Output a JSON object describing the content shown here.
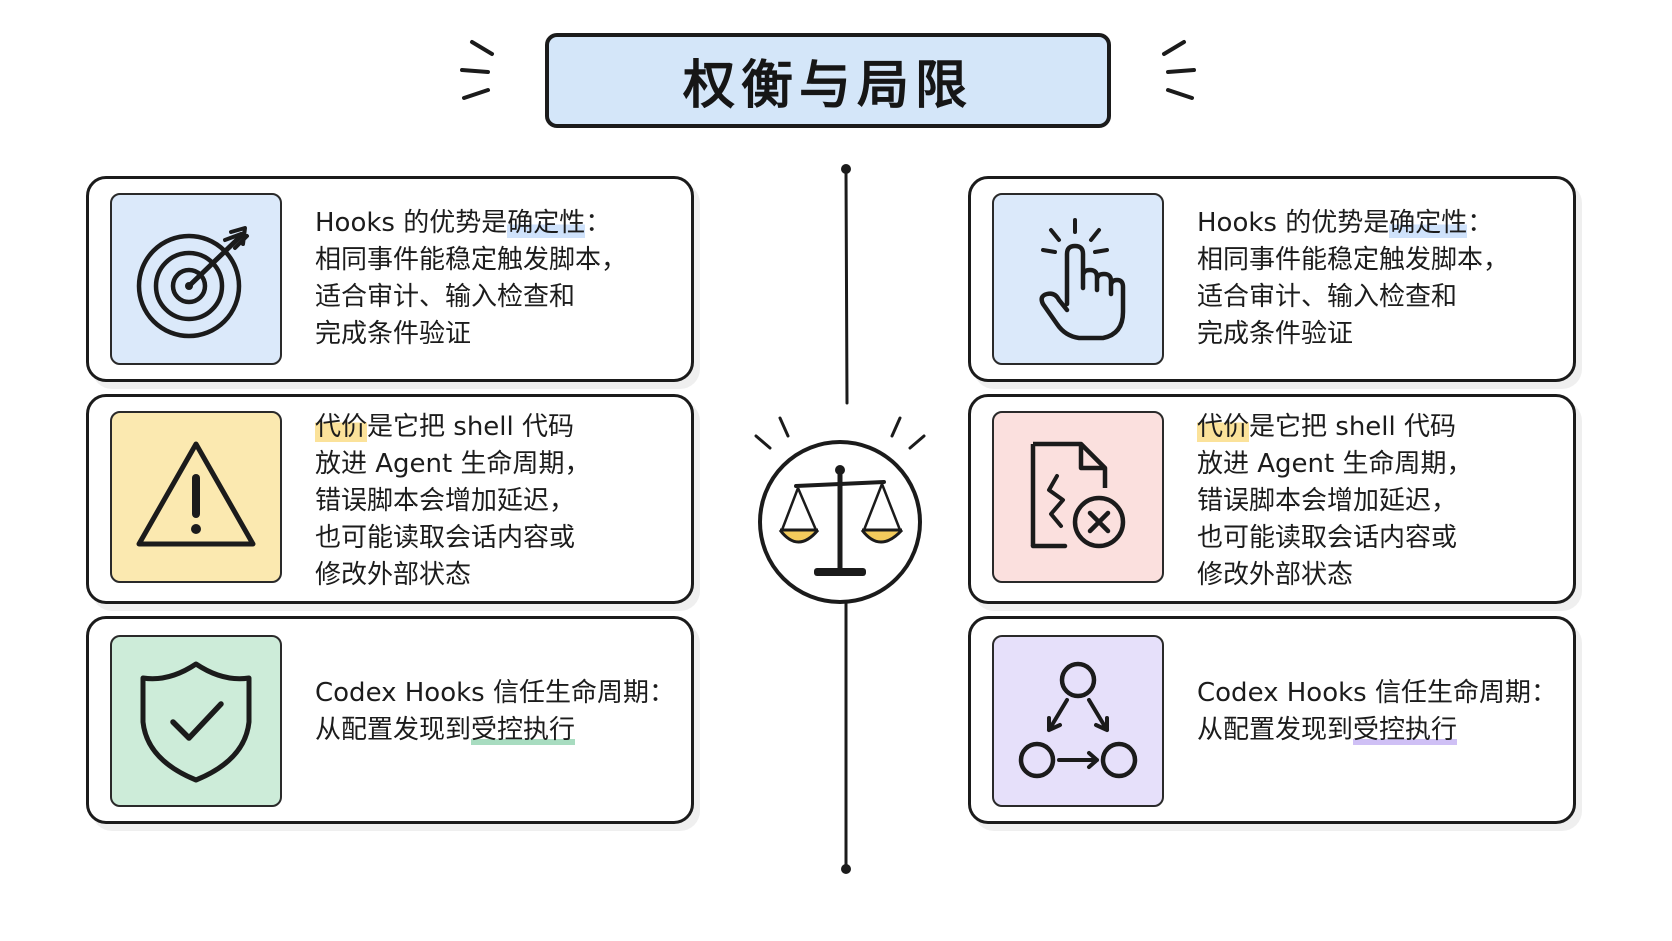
{
  "title": "权衡与局限",
  "left_column": [
    {
      "icon": "target-icon",
      "icon_bg": "#dbe9fa",
      "lines": [
        {
          "pre": "Hooks 的优势是",
          "hl": "确定性",
          "post": "："
        },
        {
          "pre": "相同事件能稳定触发脚本，",
          "hl": "",
          "post": ""
        },
        {
          "pre": "适合审计、输入检查和",
          "hl": "",
          "post": ""
        },
        {
          "pre": "完成条件验证",
          "hl": "",
          "post": ""
        }
      ]
    },
    {
      "icon": "warning-icon",
      "icon_bg": "#fbe9b0",
      "lines": [
        {
          "pre": "",
          "hl": "代价",
          "post": "是它把 shell 代码"
        },
        {
          "pre": "放进 Agent 生命周期，",
          "hl": "",
          "post": ""
        },
        {
          "pre": "错误脚本会增加延迟，",
          "hl": "",
          "post": ""
        },
        {
          "pre": "也可能读取会话内容或",
          "hl": "",
          "post": ""
        },
        {
          "pre": "修改外部状态",
          "hl": "",
          "post": ""
        }
      ]
    },
    {
      "icon": "shield-check-icon",
      "icon_bg": "#cdecd9",
      "lines": [
        {
          "pre": "Codex Hooks 信任生命周期：",
          "hl": "",
          "post": ""
        },
        {
          "pre": "从配置发现到",
          "hl": "受控执行",
          "post": ""
        }
      ]
    }
  ],
  "right_column": [
    {
      "icon": "pointer-hand-icon",
      "icon_bg": "#dbe9fa",
      "lines": [
        {
          "pre": "Hooks 的优势是",
          "hl": "确定性",
          "post": "："
        },
        {
          "pre": "相同事件能稳定触发脚本，",
          "hl": "",
          "post": ""
        },
        {
          "pre": "适合审计、输入检查和",
          "hl": "",
          "post": ""
        },
        {
          "pre": "完成条件验证",
          "hl": "",
          "post": ""
        }
      ]
    },
    {
      "icon": "broken-file-error-icon",
      "icon_bg": "#fbe0de",
      "lines": [
        {
          "pre": "",
          "hl": "代价",
          "post": "是它把 shell 代码"
        },
        {
          "pre": "放进 Agent 生命周期，",
          "hl": "",
          "post": ""
        },
        {
          "pre": "错误脚本会增加延迟，",
          "hl": "",
          "post": ""
        },
        {
          "pre": "也可能读取会话内容或",
          "hl": "",
          "post": ""
        },
        {
          "pre": "修改外部状态",
          "hl": "",
          "post": ""
        }
      ]
    },
    {
      "icon": "flow-nodes-icon",
      "icon_bg": "#e6e0fa",
      "lines": [
        {
          "pre": "Codex Hooks 信任生命周期：",
          "hl": "",
          "post": ""
        },
        {
          "pre": "从配置发现到",
          "hl": "受控执行",
          "post": ""
        }
      ]
    }
  ],
  "center_icon": "balance-scale-icon"
}
